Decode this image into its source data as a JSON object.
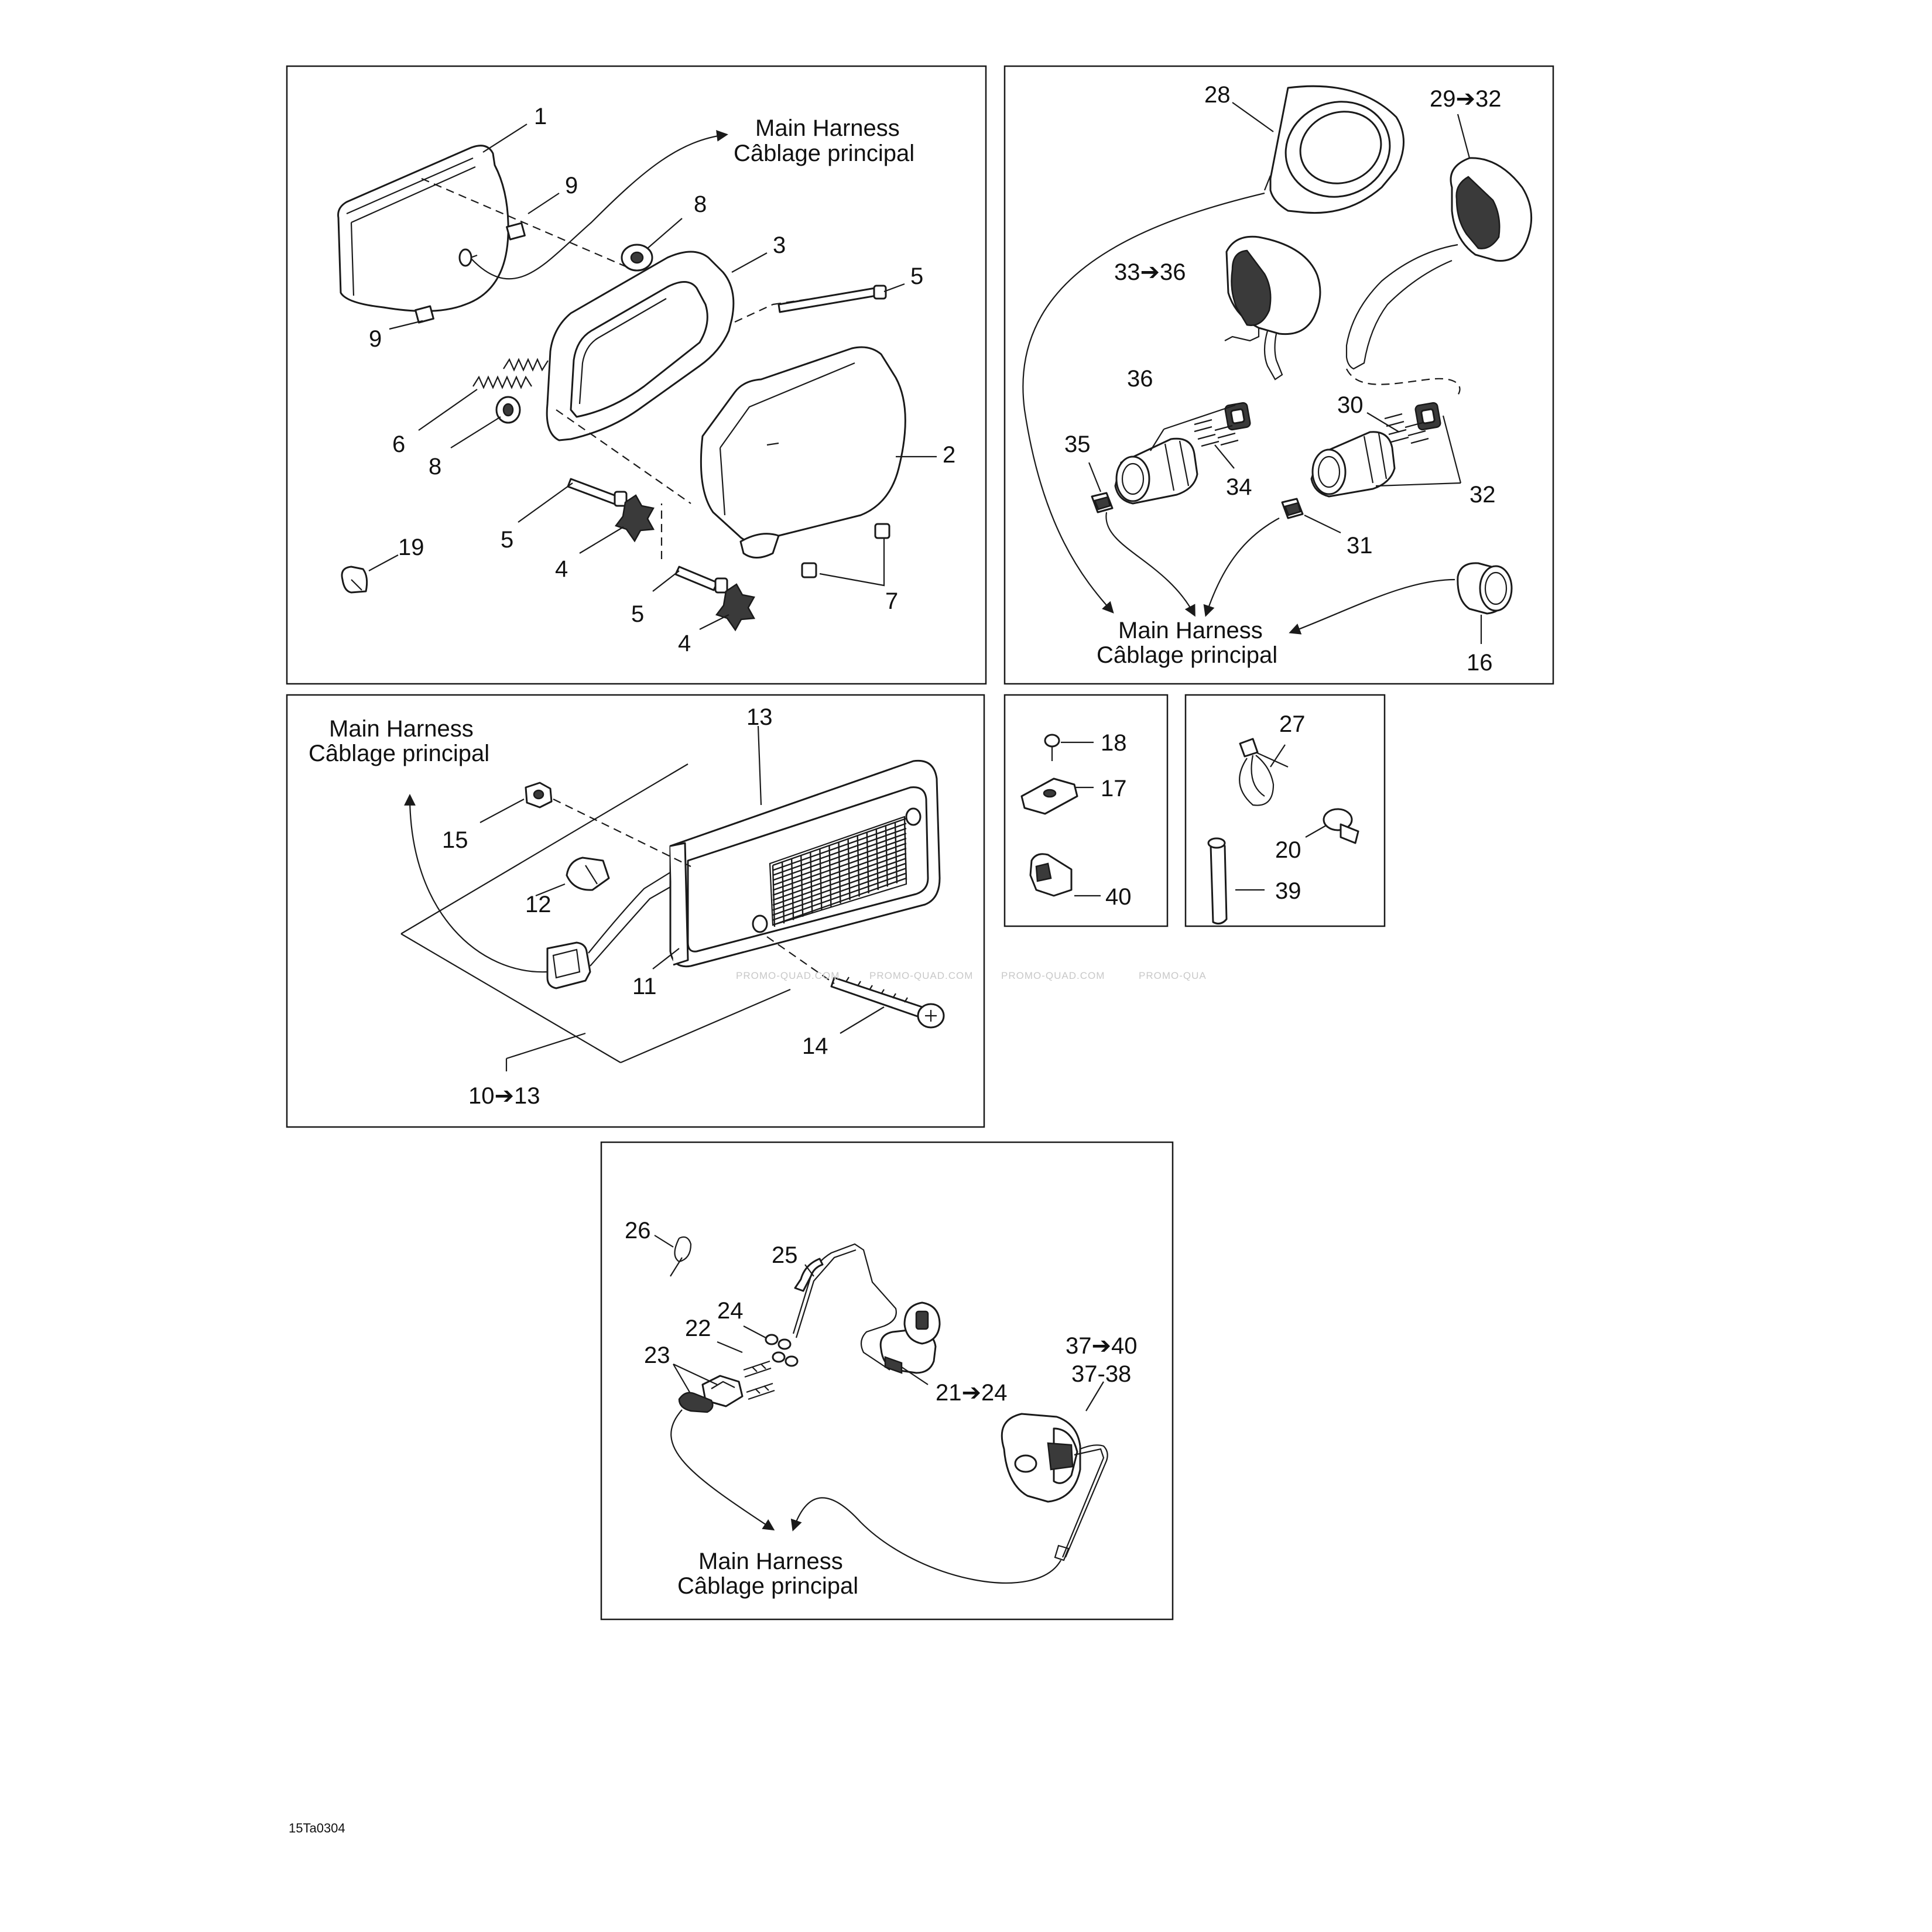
{
  "harness": {
    "line1": "Main Harness",
    "line2": "Câblage principal"
  },
  "labels": {
    "p1": "1",
    "p2": "2",
    "p3": "3",
    "p4": "4",
    "p5": "5",
    "p6": "6",
    "p7": "7",
    "p8": "8",
    "p9": "9",
    "p11": "11",
    "p12": "12",
    "p13": "13",
    "p14": "14",
    "p15": "15",
    "p16": "16",
    "p17": "17",
    "p18": "18",
    "p19": "19",
    "p20": "20",
    "p22": "22",
    "p23": "23",
    "p24": "24",
    "p25": "25",
    "p26": "26",
    "p27": "27",
    "p28": "28",
    "p30": "30",
    "p31": "31",
    "p32": "32",
    "p34": "34",
    "p35": "35",
    "p36": "36",
    "p39": "39",
    "p40": "40",
    "r10_13": "10➔13",
    "r21_24": "21➔24",
    "r29_32": "29➔32",
    "r33_36": "33➔36",
    "r37_40": "37➔40",
    "r37_38": "37-38"
  },
  "watermark": "PROMO-QUAD.COM",
  "watermark_cut": "PROMO-QUA",
  "code": "15Ta0304",
  "colors": {
    "line": "#1a1a1a",
    "watermark": "#c8c8c8",
    "background": "#ffffff"
  }
}
